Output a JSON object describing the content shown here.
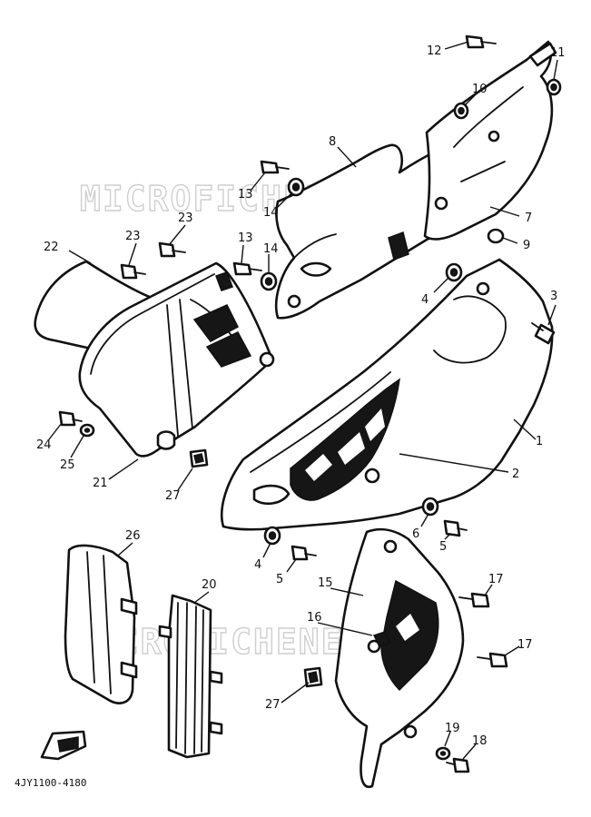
{
  "diagram": {
    "watermark_text": "MICROFICHENET",
    "drawing_code": "4JY1100-4180",
    "callouts": [
      "1",
      "2",
      "3",
      "4",
      "4",
      "5",
      "5",
      "6",
      "7",
      "8",
      "9",
      "10",
      "11",
      "12",
      "13",
      "13",
      "14",
      "14",
      "15",
      "16",
      "17",
      "17",
      "18",
      "19",
      "20",
      "21",
      "22",
      "23",
      "23",
      "24",
      "25",
      "26",
      "27",
      "27"
    ]
  }
}
